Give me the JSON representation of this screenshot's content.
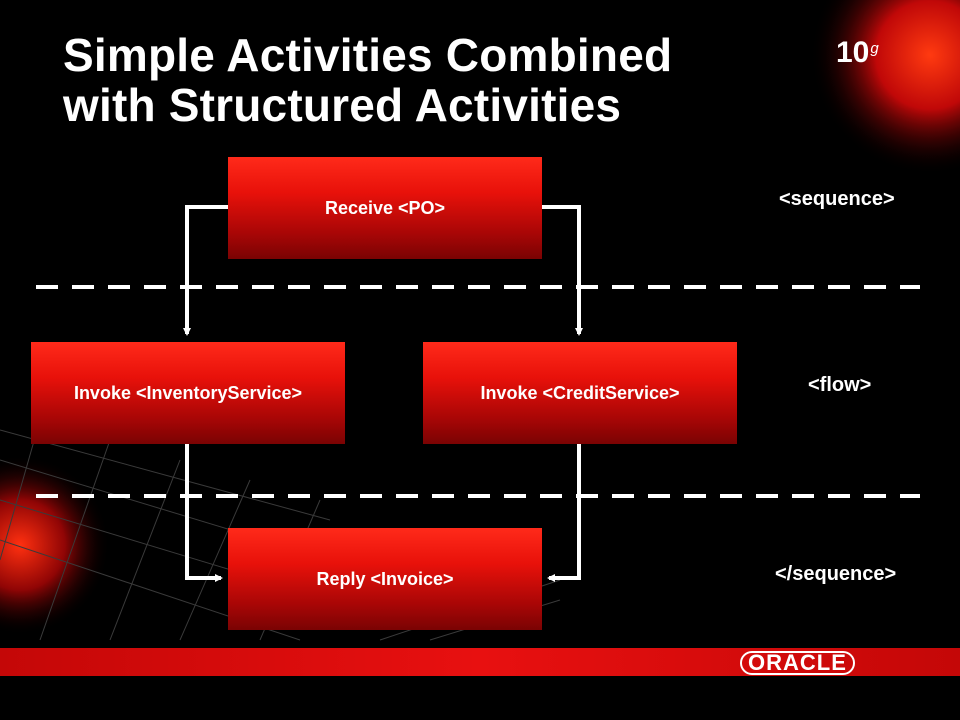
{
  "slide": {
    "title_line1": "Simple Activities Combined",
    "title_line2": "with Structured Activities",
    "version_main": "10",
    "version_sup": "g",
    "brand": "ORACLE"
  },
  "diagram": {
    "nodes": {
      "receive": "Receive <PO>",
      "invoke_inventory": "Invoke <InventoryService>",
      "invoke_credit": "Invoke <CreditService>",
      "reply": "Reply <Invoice>"
    },
    "tags": {
      "sequence_open": "<sequence>",
      "flow": "<flow>",
      "sequence_close": "</sequence>"
    }
  },
  "colors": {
    "accent_red": "#e8110a",
    "background": "#000000",
    "text": "#ffffff"
  }
}
